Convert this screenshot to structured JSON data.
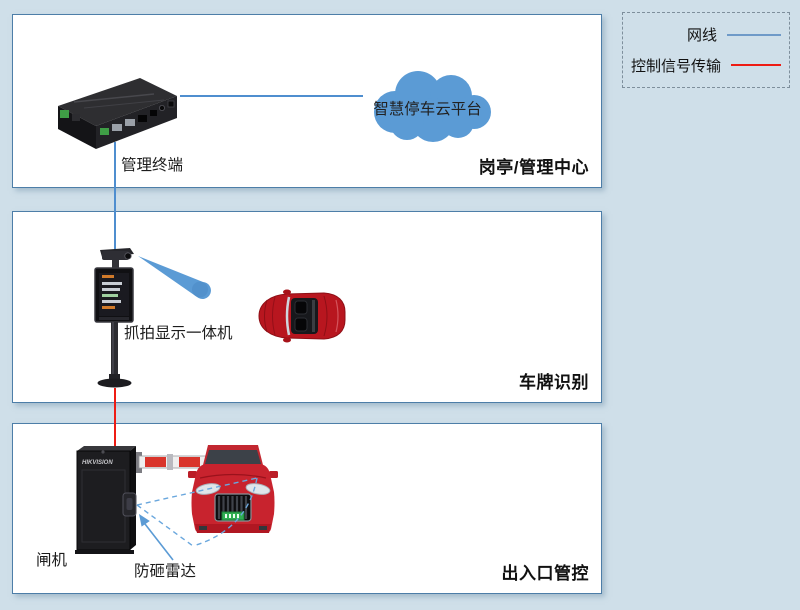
{
  "page": {
    "background": "#cfdfe9"
  },
  "legend": {
    "items": [
      {
        "id": "network-cable",
        "label": "网线",
        "color": "#6f9ac8"
      },
      {
        "id": "control-signal",
        "label": "控制信号传输",
        "color": "#ee1c14"
      }
    ]
  },
  "sections": [
    {
      "id": "management-center",
      "title": "岗亭/管理中心"
    },
    {
      "id": "plate-recognition",
      "title": "车牌识别"
    },
    {
      "id": "entrance-control",
      "title": "出入口管控"
    }
  ],
  "nodes": {
    "terminal": {
      "label": "管理终端"
    },
    "cloud": {
      "label": "智慧停车云平台"
    },
    "camera": {
      "label": "抓拍显示一体机"
    },
    "gate": {
      "label": "闸机",
      "brand": "HIKVISION"
    },
    "radar": {
      "label": "防砸雷达"
    }
  },
  "colors": {
    "network_line": "#4f8ecf",
    "control_line": "#ee1c14",
    "cloud_fill": "#5b9bd5",
    "section_border": "#4d7ea8",
    "car_red": "#c8232e"
  }
}
